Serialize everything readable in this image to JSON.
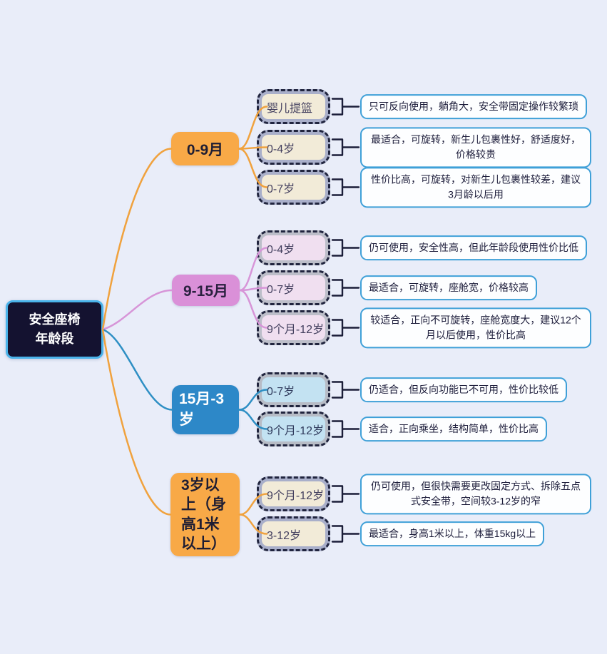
{
  "root": {
    "label": "安全座椅\n年龄段",
    "bg": "#141230",
    "border_color": "#4AB3EA",
    "text_color": "#FFFFFF"
  },
  "styles": {
    "background": "#E9EDF9",
    "leaf_border": "#3FA0D8",
    "leaf_bg": "#FDFEFF",
    "leaf_text": "#1C1C3A",
    "bracket_color": "#1A1D38",
    "wrapper_dash_border": "#20243E"
  },
  "branches": [
    {
      "label": "0-9月",
      "node_color": "#F8A947",
      "line_color": "#F0A23E",
      "label_color": "#1F1E33",
      "wrapper_bg": "#A9AFCA",
      "inner_bg": "#F2EBD8",
      "children": [
        {
          "label": "婴儿提篮",
          "note": "只可反向使用，躺角大，安全带固定操作较繁琐"
        },
        {
          "label": "0-4岁",
          "note": "最适合，可旋转，新生儿包裹性好，舒适度好，价格较贵"
        },
        {
          "label": "0-7岁",
          "note": "性价比高，可旋转，对新生儿包裹性较差，建议3月龄以后用"
        }
      ]
    },
    {
      "label": "9-15月",
      "node_color": "#DA90D8",
      "line_color": "#D795D8",
      "label_color": "#2B2140",
      "wrapper_bg": "#BCBEC9",
      "inner_bg": "#F0DFF0",
      "children": [
        {
          "label": "0-4岁",
          "note": "仍可使用，安全性高，但此年龄段使用性价比低"
        },
        {
          "label": "0-7岁",
          "note": "最适合，可旋转，座舱宽，价格较高"
        },
        {
          "label": "9个月-12岁",
          "note": "较适合，正向不可旋转，座舱宽度大，建议12个月以后使用，性价比高"
        }
      ]
    },
    {
      "label": "15月-3岁",
      "node_color": "#2D88C8",
      "line_color": "#2E8FC4",
      "label_color": "#FFFFFF",
      "wrapper_bg": "#B7BCC6",
      "inner_bg": "#C3E2F2",
      "children": [
        {
          "label": "0-7岁",
          "note": "仍适合，但反向功能已不可用，性价比较低"
        },
        {
          "label": "9个月-12岁",
          "note": "适合，正向乘坐，结构简单，性价比高"
        }
      ]
    },
    {
      "label": "3岁以上（身高1米以上）",
      "node_color": "#F8A947",
      "line_color": "#F0A23E",
      "label_color": "#1F1E33",
      "wrapper_bg": "#A9AFCA",
      "inner_bg": "#F2EBD8",
      "children": [
        {
          "label": "9个月-12岁",
          "note": "仍可使用，但很快需要更改固定方式、拆除五点式安全带，空间较3-12岁的窄"
        },
        {
          "label": "3-12岁",
          "note": "最适合，身高1米以上，体重15kg以上"
        }
      ]
    }
  ]
}
